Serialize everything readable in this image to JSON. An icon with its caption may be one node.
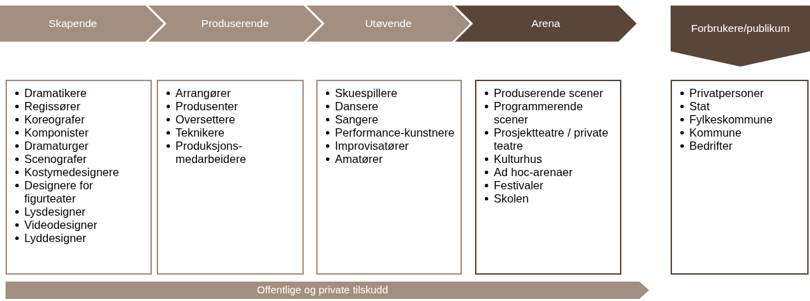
{
  "diagram": {
    "nodes": [
      {
        "text": [
          "Skapende"
        ]
      },
      {
        "text": [
          "Produserende"
        ]
      },
      {
        "text": [
          "Utøvende"
        ]
      },
      {
        "text": [
          "Arena"
        ]
      },
      {
        "text": [
          "Forbrukere/publikum"
        ]
      },
      {
        "text": [
          "Dramatikere",
          "Regissører",
          "Koreografer",
          "Komponister",
          "Dramaturger",
          "Scenografer",
          "Kostymedesignere",
          "Designere for figurteater",
          "Lysdesigner",
          "Videodesigner",
          "Lyddesigner"
        ]
      },
      {
        "text": [
          "Arrangører",
          "Produsenter",
          "Oversettere",
          "Teknikere",
          "Produksjons-medarbeidere"
        ]
      },
      {
        "text": [
          "Skuespillere",
          "Dansere",
          "Sangere",
          "Performance-kunstnere",
          "Improvisatører",
          "Amatører"
        ]
      },
      {
        "text": [
          "Produserende scener",
          "Programmerende scener",
          "Prosjektteatre / private teatre",
          "Kulturhus",
          "Ad hoc-arenaer",
          "Festivaler",
          "Skolen"
        ]
      },
      {
        "text": [
          "Privatpersoner",
          "Stat",
          "Fylkeskommune",
          "Kommune",
          "Bedrifter"
        ]
      },
      {
        "text": [
          "Offentlige og private tilskudd"
        ]
      }
    ]
  }
}
